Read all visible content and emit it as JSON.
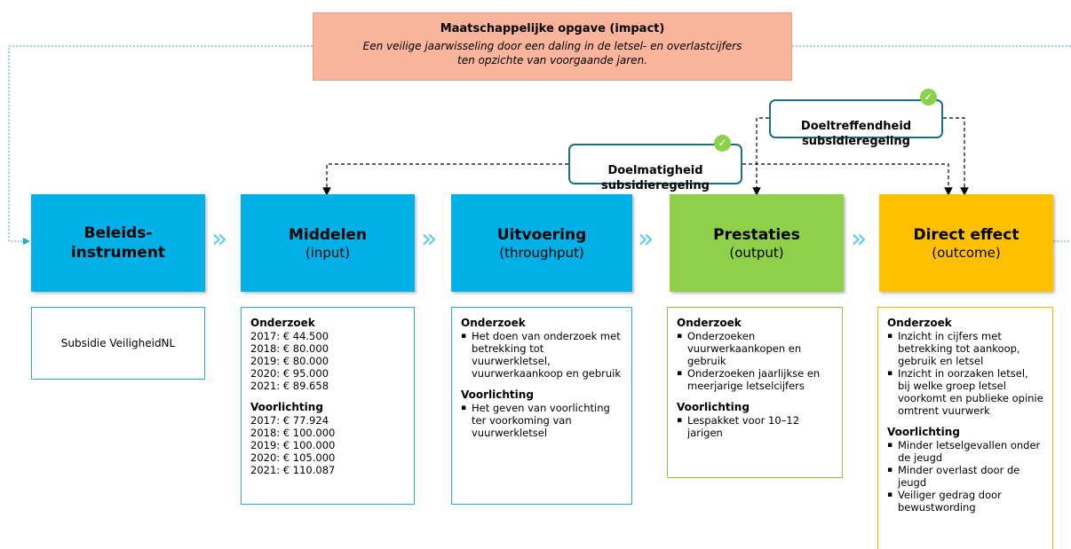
{
  "impact": {
    "title": "Maatschappelijke opgave (impact)",
    "description": "Een veilige jaarwisseling door een daling in de letsel- en overlastcijfers\nten opzichte van voorgaande jaren."
  },
  "criteria": {
    "doelmatigheid": "Doelmatigheid\nsubsidieregeling",
    "doeltreffendheid": "Doeltreffendheid\nsubsidieregeling",
    "check_icon": "check-circle-icon"
  },
  "stages": [
    {
      "title": "Beleids-\ninstrument",
      "subtitle": "",
      "color": "#00b0e6"
    },
    {
      "title": "Middelen",
      "subtitle": "(input)",
      "color": "#00b0e6"
    },
    {
      "title": "Uitvoering",
      "subtitle": "(throughput)",
      "color": "#00b0e6"
    },
    {
      "title": "Prestaties",
      "subtitle": "(output)",
      "color": "#8fd04b"
    },
    {
      "title": "Direct effect",
      "subtitle": "(outcome)",
      "color": "#ffc000"
    }
  ],
  "arrow_glyph": "»",
  "details": {
    "beleidsinstrument": "Subsidie VeiligheidNL",
    "middelen": {
      "onderzoek_title": "Onderzoek",
      "onderzoek": [
        "2017: € 44.500",
        "2018: € 80.000",
        "2019: € 80.000",
        "2020: € 95.000",
        "2021: € 89.658"
      ],
      "voorlichting_title": "Voorlichting",
      "voorlichting": [
        "2017: € 77.924",
        "2018: € 100.000",
        "2019: € 100.000",
        "2020: € 105.000",
        "2021: € 110.087"
      ]
    },
    "uitvoering": {
      "onderzoek_title": "Onderzoek",
      "onderzoek": [
        "Het doen van onderzoek met betrekking tot vuurwerkletsel, vuurwerkaankoop en gebruik"
      ],
      "voorlichting_title": "Voorlichting",
      "voorlichting": [
        "Het geven van voorlichting ter voorkoming van vuurwerkletsel"
      ]
    },
    "prestaties": {
      "onderzoek_title": "Onderzoek",
      "onderzoek": [
        "Onderzoeken vuurwerkaankopen en gebruik",
        "Onderzoeken jaarlijkse en meerjarige letselcijfers"
      ],
      "voorlichting_title": "Voorlichting",
      "voorlichting": [
        "Lespakket voor 10–12 jarigen"
      ]
    },
    "direct_effect": {
      "onderzoek_title": "Onderzoek",
      "onderzoek": [
        "Inzicht in cijfers met betrekking tot aankoop, gebruik en letsel",
        "Inzicht in oorzaken letsel, bij welke groep letsel voorkomt en publieke opinie omtrent vuurwerk"
      ],
      "voorlichting_title": "Voorlichting",
      "voorlichting": [
        "Minder letselgevallen onder de jeugd",
        "Minder overlast door de jeugd",
        "Veiliger gedrag door bewustwording"
      ]
    }
  }
}
